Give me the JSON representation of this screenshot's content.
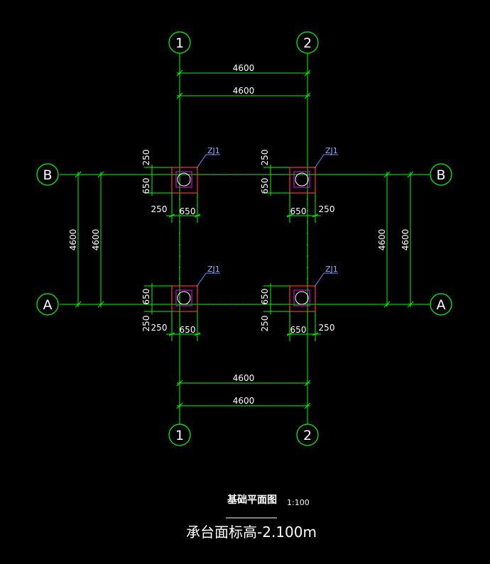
{
  "grid_labels": {
    "axis_1": "1",
    "axis_2": "2",
    "axis_a": "A",
    "axis_b": "B"
  },
  "dimensions": {
    "span": "4600",
    "cap_size": "650",
    "offset": "250"
  },
  "pile_cap_tag": "ZJ1",
  "title": {
    "name": "基础平面图",
    "scale": "1:100",
    "elevation_note": "承台面标高-2.100m"
  },
  "colors": {
    "background": "#000000",
    "grid": "#00ff00",
    "cap": "#ff3333",
    "column": "#ff00ff",
    "pile": "#ffffff",
    "tag": "#6f8fff"
  }
}
